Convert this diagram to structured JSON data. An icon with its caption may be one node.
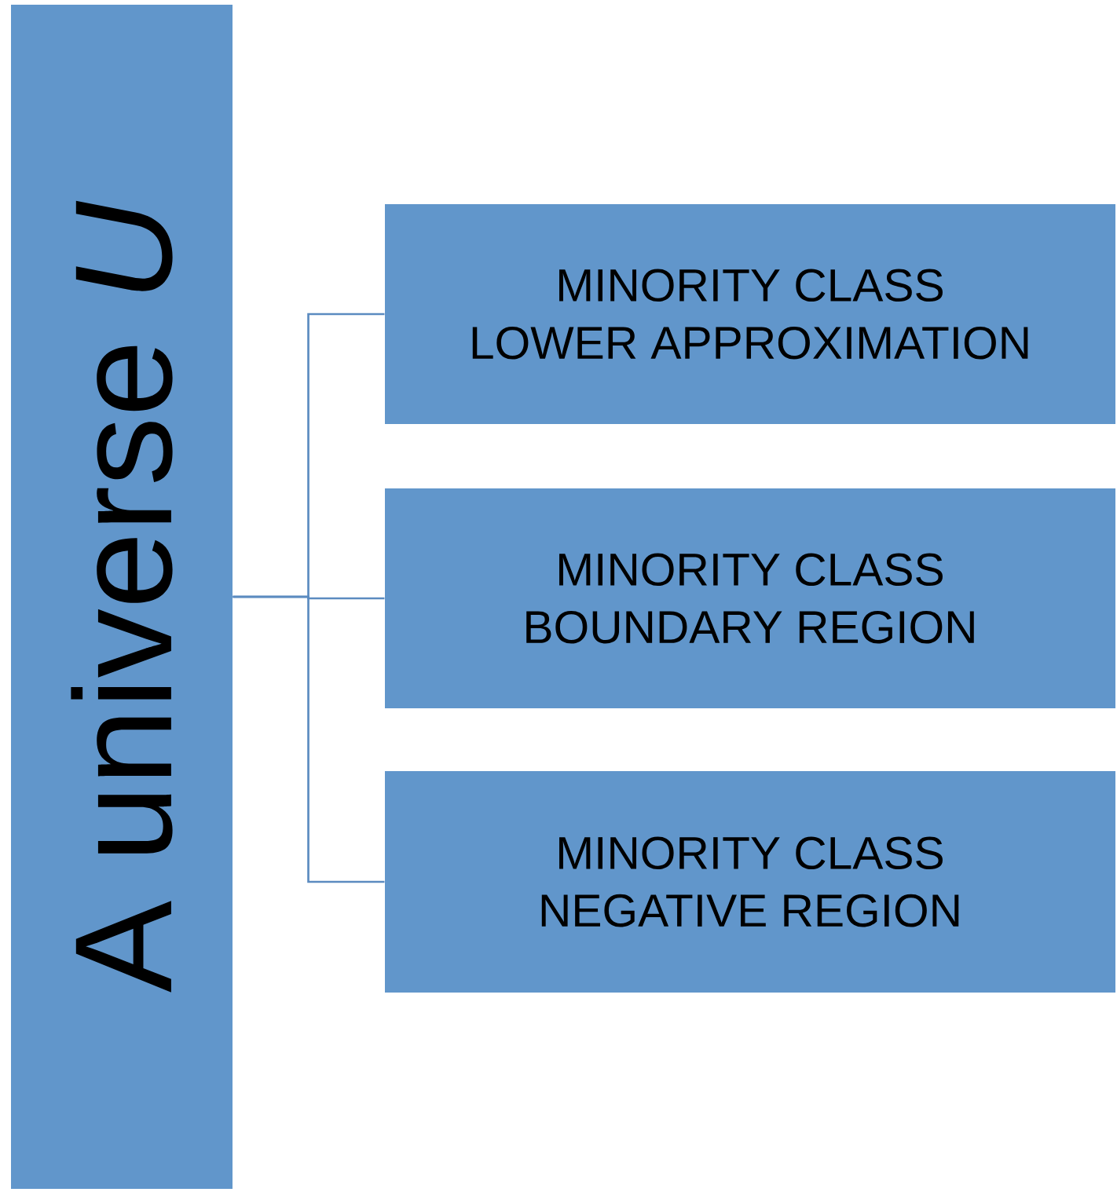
{
  "diagram": {
    "nodes": [
      {
        "text": [
          "A universe *U*"
        ]
      },
      {
        "text": [
          "MINORITY CLASS LOWER APPROXIMATION"
        ]
      },
      {
        "text": [
          "MINORITY CLASS BOUNDARY REGION"
        ]
      },
      {
        "text": [
          "MINORITY CLASS NEGATIVE REGION"
        ]
      }
    ],
    "edges": [
      {
        "from": 0,
        "to": 1,
        "arrow": "none"
      },
      {
        "from": 0,
        "to": 2,
        "arrow": "none"
      },
      {
        "from": 0,
        "to": 3,
        "arrow": "none"
      }
    ]
  }
}
